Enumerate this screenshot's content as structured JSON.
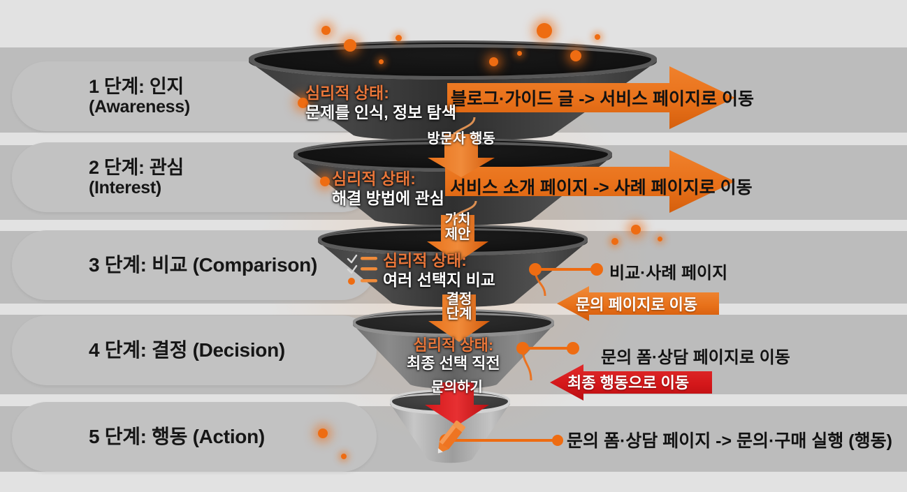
{
  "meta": {
    "diagram_title": "5-Stage Marketing Funnel",
    "accent_orange": "#ee6c12",
    "accent_orange_light": "#e8763a",
    "accent_red": "#d81f21",
    "band_dark": "#bcbcbc",
    "band_light": "#e2e2e2",
    "text_dark": "#121212",
    "text_white": "#ffffff"
  },
  "stages": [
    {
      "pill_line1": "1 단계: 인지",
      "pill_line2": "(Awareness)",
      "psych_title": "심리적 상태:",
      "psych_body": "문제를 인식, 정보 탐색"
    },
    {
      "pill_line1": "2 단계: 관심",
      "pill_line2": "(Interest)",
      "psych_title": "심리적 상태:",
      "psych_body": "해결 방법에 관심"
    },
    {
      "pill_single": "3 단계: 비교 (Comparison)",
      "psych_title": "심리적 상태:",
      "psych_body": "여러 선택지 비교"
    },
    {
      "pill_single": "4 단계: 결정 (Decision)",
      "psych_title": "심리적 상태:",
      "psych_body": "최종 선택 직전"
    },
    {
      "pill_single": "5 단계: 행동 (Action)"
    }
  ],
  "flow_labels": [
    {
      "id": "visitor-action",
      "text_line1": "방문자 행동",
      "text_line2": ""
    },
    {
      "id": "value-proposition",
      "text_line1": "가치",
      "text_line2": "제안"
    },
    {
      "id": "decision-step",
      "text_line1": "결정",
      "text_line2": "단계"
    },
    {
      "id": "inquiry",
      "text_line1": "문의하기",
      "text_line2": ""
    }
  ],
  "callouts": [
    {
      "id": "stage1-arrow",
      "text": "블로그·가이드 글 -> 서비스 페이지로 이동",
      "color": "#121212"
    },
    {
      "id": "stage2-arrow",
      "text": "서비스 소개 페이지 -> 사례 페이지로 이동",
      "color": "#121212"
    },
    {
      "id": "stage3-label",
      "text": "비교·사례 페이지",
      "color": "#121212"
    },
    {
      "id": "stage3-arrow",
      "text": "문의 페이지로 이동",
      "color": "#ffffff"
    },
    {
      "id": "stage4-label",
      "text": "문의 폼·상담 페이지로 이동",
      "color": "#121212"
    },
    {
      "id": "stage4-arrow",
      "text": "최종 행동으로 이동",
      "color": "#ffffff"
    },
    {
      "id": "stage5-label",
      "text": "문의 폼·상담 페이지 -> 문의·구매 실행 (행동)",
      "color": "#121212"
    }
  ],
  "icons": {
    "checklist": "checklist-icon",
    "pencil": "pencil-icon"
  }
}
